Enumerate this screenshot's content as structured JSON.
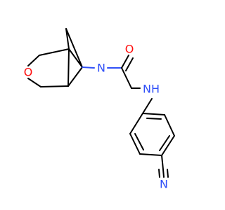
{
  "molecule": {
    "atoms": {
      "ring_oxygen": "O",
      "bicyclic_nitrogen": "N",
      "carbonyl_oxygen": "O",
      "amine": "NH",
      "nitrile_nitrogen": "N"
    },
    "colors": {
      "bond": "#000000",
      "oxygen": "#ff0d0d",
      "nitrogen": "#3050f8",
      "background": "#ffffff"
    }
  }
}
